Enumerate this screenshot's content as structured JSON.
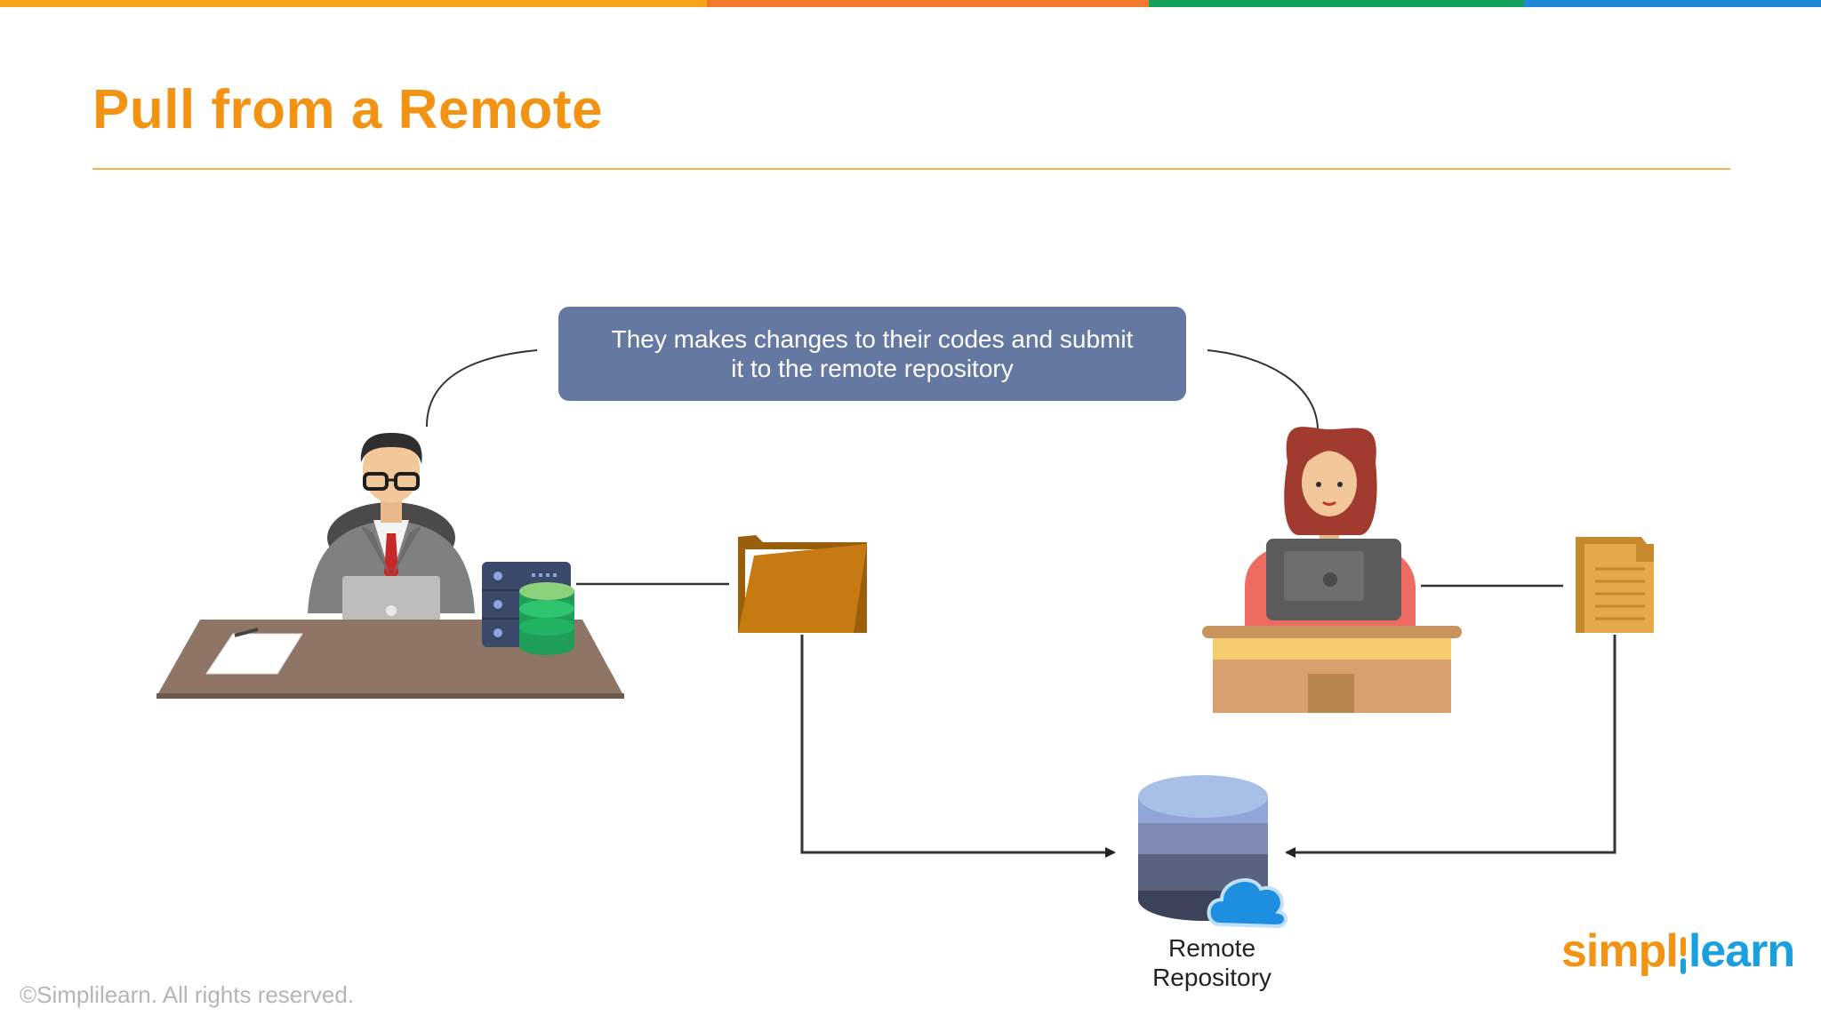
{
  "header": {
    "title": "Pull from a Remote"
  },
  "brand_colors": {
    "top_bar": [
      "#F6A51A",
      "#F07A2C",
      "#12A05B",
      "#1E88D7"
    ],
    "title": "#F39313",
    "callout_bg": "#6478A2"
  },
  "callout": {
    "line1": "They makes changes to their codes and submit",
    "line2": "it to the remote repository"
  },
  "repository": {
    "line1": "Remote",
    "line2": "Repository"
  },
  "icons": [
    "developer-man-icon",
    "desk-icon",
    "laptop-icon",
    "local-server-icon",
    "folder-icon",
    "developer-woman-icon",
    "document-icon",
    "database-icon",
    "cloud-icon"
  ],
  "footer": {
    "copyright": "©Simplilearn. All rights reserved.",
    "logo_part1": "simpl",
    "logo_part2": "learn"
  }
}
